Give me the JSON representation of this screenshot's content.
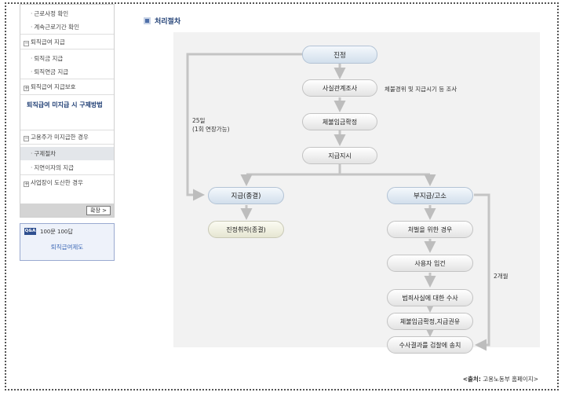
{
  "sidebar": {
    "items": [
      {
        "label": "근로사정 확인"
      },
      {
        "label": "계속근로기간 확인"
      },
      {
        "label": "퇴직급여 지급"
      },
      {
        "label": "퇴직금 지급"
      },
      {
        "label": "퇴직연금 지급"
      },
      {
        "label": "퇴직급여 지급보호"
      },
      {
        "label": "퇴직급여 미지급 시 구제방법"
      },
      {
        "label": "고용주가 미지급한 경우"
      },
      {
        "label": "구제절차"
      },
      {
        "label": "지연이자의 지급"
      },
      {
        "label": "사업장이 도산한 경우"
      }
    ],
    "expand_label": "확장",
    "expand_arrow": ">"
  },
  "qa": {
    "badge": "Q&A",
    "title": "100문 100답",
    "link": "퇴직급여제도"
  },
  "section": {
    "title": "처리절차",
    "icon": "square-bullet-icon"
  },
  "flow": {
    "nodes": {
      "complaint": "진정",
      "investigation": "사실관계조사",
      "confirm": "체불임금확정",
      "order": "지급지시",
      "paid": "지급(종결)",
      "withdraw": "진정취하(종결)",
      "unpaid": "부지급/고소",
      "punish": "처벌을 위한 경우",
      "hearing": "사용자 입건",
      "criminal": "범죄사실에 대한 수사",
      "recommend": "체불임금확정,지급권유",
      "send": "수사결과를 검찰에 송치"
    },
    "notes": {
      "investigation": "체불경위 및 지급시기 등 조사",
      "days": "25일",
      "extension": "(1회 연장가능)",
      "months": "2개월"
    }
  },
  "source": {
    "label": "<출처:",
    "text": "고용노동부 홈페이지>"
  },
  "colors": {
    "accent": "#1f3e74",
    "arrow": "#bdbdbd",
    "panel": "#f2f2f2"
  }
}
